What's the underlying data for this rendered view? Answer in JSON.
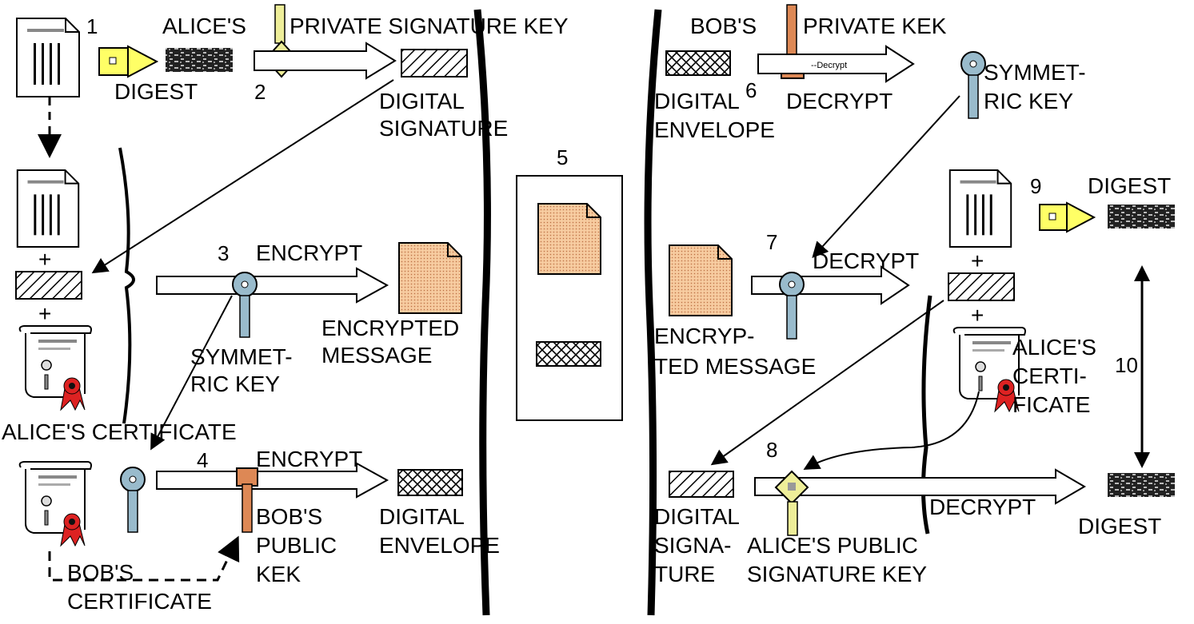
{
  "steps": {
    "s1": "1",
    "s2": "2",
    "s3": "3",
    "s4": "4",
    "s5": "5",
    "s6": "6",
    "s7": "7",
    "s8": "8",
    "s9": "9",
    "s10": "10"
  },
  "labels": {
    "alices_top": "ALICE'S",
    "private_signature_key": "PRIVATE SIGNATURE KEY",
    "digest_left": "DIGEST",
    "digital_1": "DIGITAL",
    "signature_1": "SIGNATURE",
    "encrypt_3": "ENCRYPT",
    "encrypted_1": "ENCRYPTED",
    "message_1": "MESSAGE",
    "symmet_1": "SYMMET-",
    "ric_key_1": "RIC KEY",
    "alices_certificate_left": "ALICE'S CERTIFICATE",
    "encrypt_4": "ENCRYPT",
    "digital_2": "DIGITAL",
    "envelope_2": "ENVELOPE",
    "bobs_1": "BOB'S",
    "public_1": "PUBLIC",
    "kek_1": "KEK",
    "bobs_2": "BOB'S",
    "certificate_2": "CERTIFICATE",
    "bobs_top": "BOB'S",
    "private_kek": "PRIVATE KEK",
    "digital_6": "DIGITAL",
    "envelope_6": "ENVELOPE",
    "decrypt_6": "DECRYPT",
    "decrypt_small": "--Decrypt",
    "symmet_2": "SYMMET-",
    "ric_key_2": "RIC KEY",
    "digest_9": "DIGEST",
    "decrypt_7": "DECRYPT",
    "encryp_ted": "ENCRYP-",
    "ted_message": "TED MESSAGE",
    "alices_cert_r1": "ALICE'S",
    "alices_cert_r2": "CERTI-",
    "alices_cert_r3": "FICATE",
    "digital_8": "DIGITAL",
    "signa_8": "SIGNA-",
    "ture_8": "TURE",
    "alices_public": "ALICE'S PUBLIC",
    "signature_key_8": "SIGNATURE KEY",
    "decrypt_8": "DECRYPT",
    "digest_10": "DIGEST",
    "plus_1": "+",
    "plus_2": "+",
    "plus_3": "+",
    "plus_4": "+"
  },
  "colors": {
    "key_yellow": "#eeee88",
    "key_gray_blue": "#99bbcc",
    "key_orange": "#dd8855",
    "digest_arrow": "#ffff66",
    "encrypted_fill": "#f0c090",
    "seal_red": "#dd2222"
  }
}
